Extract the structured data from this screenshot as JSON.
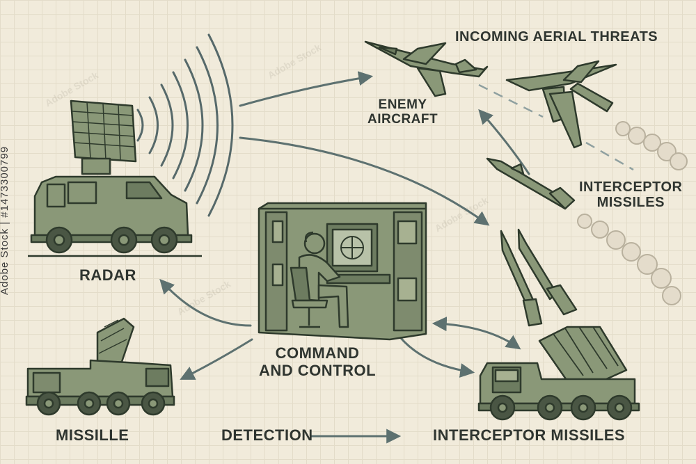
{
  "labels": {
    "incoming": "INCOMING AERIAL THREATS",
    "enemy": "ENEMY\nAIRCRAFT",
    "interceptor_right": "INTERCEPTOR\nMISSILES",
    "radar": "RADAR",
    "command": "COMMAND\nAND CONTROL",
    "missile": "MISSILLE",
    "detection": "DETECTION",
    "interceptor_bottom": "INTERCEPTOR MISSILES"
  },
  "stock_id": "Adobe Stock | #1473300799",
  "watermark": "Adobe Stock",
  "colors": {
    "vehicle_fill": "#8a9878",
    "vehicle_stroke": "#2e3a2c",
    "arrow": "#5d7170",
    "background": "#f1ebdb"
  }
}
